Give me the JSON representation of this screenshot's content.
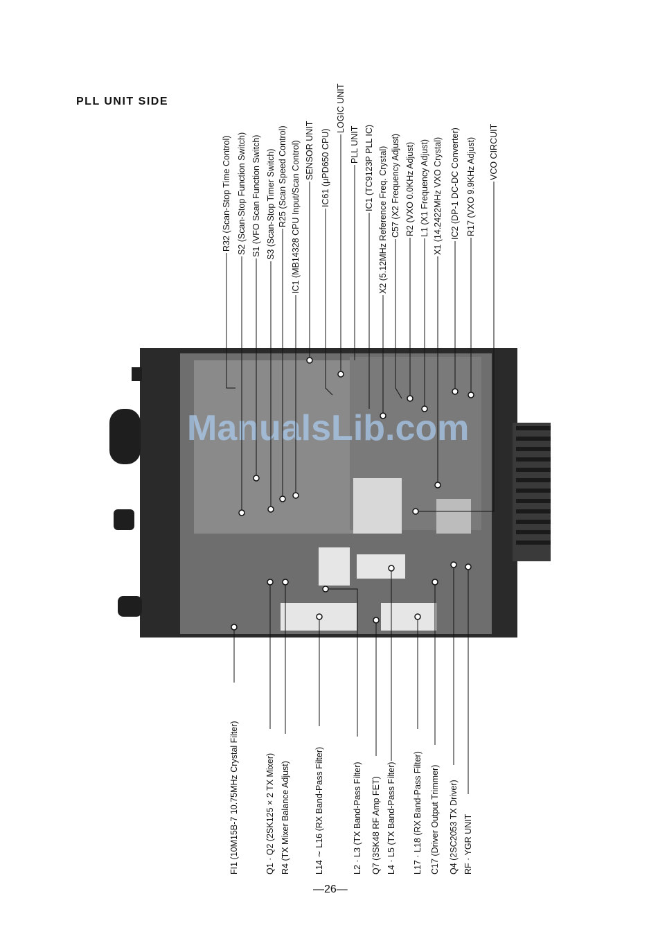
{
  "title": "PLL UNIT SIDE",
  "page_number": "—26—",
  "watermark": "ManualsLib.com",
  "top_labels": [
    "R32 (Scan-Stop Time Control)",
    "S2 (Scan-Stop Function Switch)",
    "S1 (VFO Scan Function Switch)",
    "S3 (Scan-Stop Timer Switch)",
    "R25 (Scan Speed Control)",
    "IC1 (MB14328 CPU Input/Scan Control)",
    "SENSOR UNIT",
    "IC61 (µPD650 CPU)",
    "LOGIC UNIT",
    "PLL UNIT",
    "IC1 (TC9123P PLL IC)",
    "X2 (5.12MHz Reference Freq. Crystal)",
    "C57 (X2 Frequency Adjust)",
    "R2 (VXO 0.0KHz Adjust)",
    "L1 (X1 Frequency Adjust)",
    "X1 (14.2422MHz VXO Crystal)",
    "IC2 (DP-1 DC-DC Converter)",
    "R17 (VXO 9.9KHz Adjust)",
    "VCO CIRCUIT"
  ],
  "bottom_labels": [
    "FI1 (10M15B-7 10.75MHz Crystal Filter)",
    "Q1 · Q2 (2SK125 × 2 TX Mixer)",
    "R4 (TX Mixer Balance Adjust)",
    "L14 ∼ L16 (RX Band-Pass Filter)",
    "L2 · L3 (TX Band-Pass Filter)",
    "Q7 (3SK48 RF Amp FET)",
    "L4 · L5 (TX Band-Pass Filter)",
    "L17 · L18 (RX Band-Pass Filter)",
    "C17 (Driver Output Trimmer)",
    "Q4 (2SC2053 TX Driver)",
    "RF · YGR UNIT"
  ]
}
